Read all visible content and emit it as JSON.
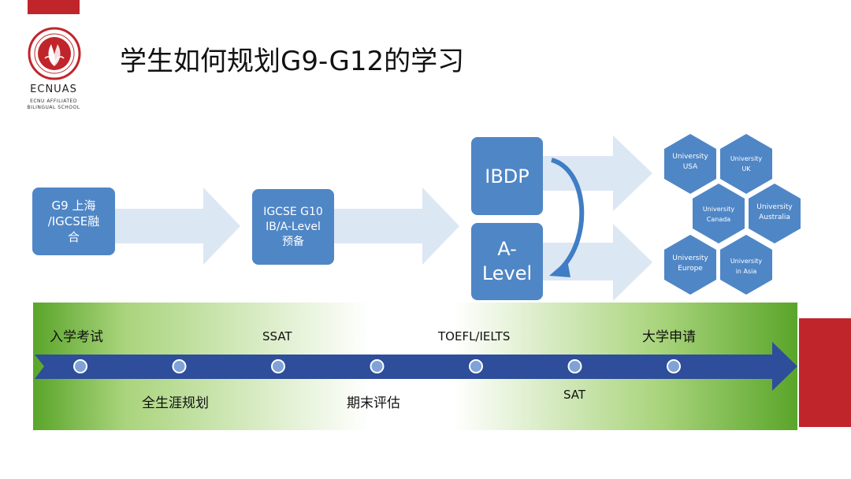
{
  "header": {
    "title": "学生如何规划G9-G12的学习",
    "logo_name": "ECNUAS",
    "logo_sub_line1": "ECNU AFFILIATED",
    "logo_sub_line2": "BILINGUAL SCHOOL"
  },
  "flow": {
    "g9_line1": "G9 上海",
    "g9_line2": "/IGCSE融",
    "g9_line3": "合",
    "igcse_line1": "IGCSE G10",
    "igcse_line2": "IB/A-Level",
    "igcse_line3": "预备",
    "ibdp": "IBDP",
    "alevel_line1": "A-",
    "alevel_line2": "Level"
  },
  "universities": [
    {
      "line1": "University",
      "line2": "USA"
    },
    {
      "line1": "University",
      "line2": "UK"
    },
    {
      "line1": "University",
      "line2": "Canada"
    },
    {
      "line1": "University",
      "line2": "Australia"
    },
    {
      "line1": "University",
      "line2": "Europe"
    },
    {
      "line1": "University",
      "line2": "in Asia"
    }
  ],
  "timeline": {
    "top_labels": [
      "入学考试",
      "SSAT",
      "TOEFL/IELTS",
      "大学申请"
    ],
    "bottom_labels": [
      "全生涯规划",
      "期末评估",
      "SAT"
    ],
    "milestone_count": 7
  },
  "colors": {
    "brand_red": "#c0252b",
    "box_blue": "#4f86c6",
    "arrow_light": "#dce7f4",
    "timeline_arrow": "#2e4d9a",
    "green": "#5aa52a"
  }
}
